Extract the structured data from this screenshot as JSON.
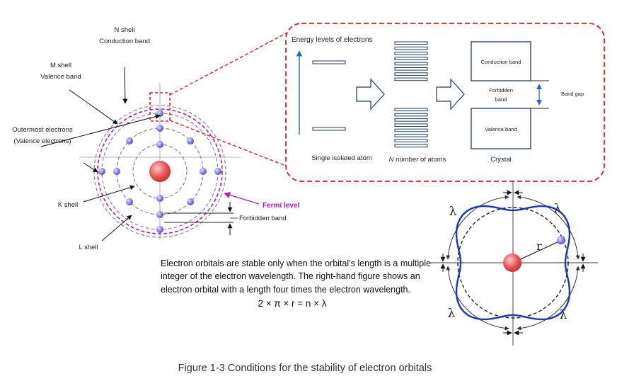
{
  "atom_labels": {
    "n_shell": "N shell",
    "conduction_band": "Conduction band",
    "m_shell": "M shell",
    "valence_band": "Valence band",
    "outermost_line1": "Outermost electrons",
    "outermost_line2": "(Valence electrons)",
    "k_shell": "K shell",
    "l_shell": "L shell",
    "fermi_level": "Fermi level",
    "forbidden_band": "Forbidden band"
  },
  "band_panel": {
    "energy_levels": "Energy levels of electrons",
    "single_atom": "Single isolated atom",
    "n_atoms_italic": "N",
    "n_atoms_rest": " number of atoms",
    "crystal": "Crystal",
    "conduction_band": "Conduction band",
    "forbidden_line1": "Forbidden",
    "forbidden_line2": "band",
    "valence_band": "Valence band",
    "band_gap": "Band gap"
  },
  "orbital": {
    "lambda": "λ",
    "radius": "r"
  },
  "explanation": {
    "line1": "Electron orbitals are stable only when the orbital’s length is a multiple",
    "line2": "integer of the electron wavelength. The right-hand figure shows an",
    "line3": "electron orbital with a length four times the electron wavelength.",
    "formula": "2 × π × r = n × λ"
  },
  "caption": "Figure 1-3 Conditions for the stability of electron orbitals",
  "colors": {
    "nucleus": "#e8474a",
    "electron": "#6f6fe0",
    "fermi": "#b01ab0",
    "callout": "#e02020",
    "arrow_blue": "#2266cc",
    "wave_blue": "#1a33c4"
  }
}
